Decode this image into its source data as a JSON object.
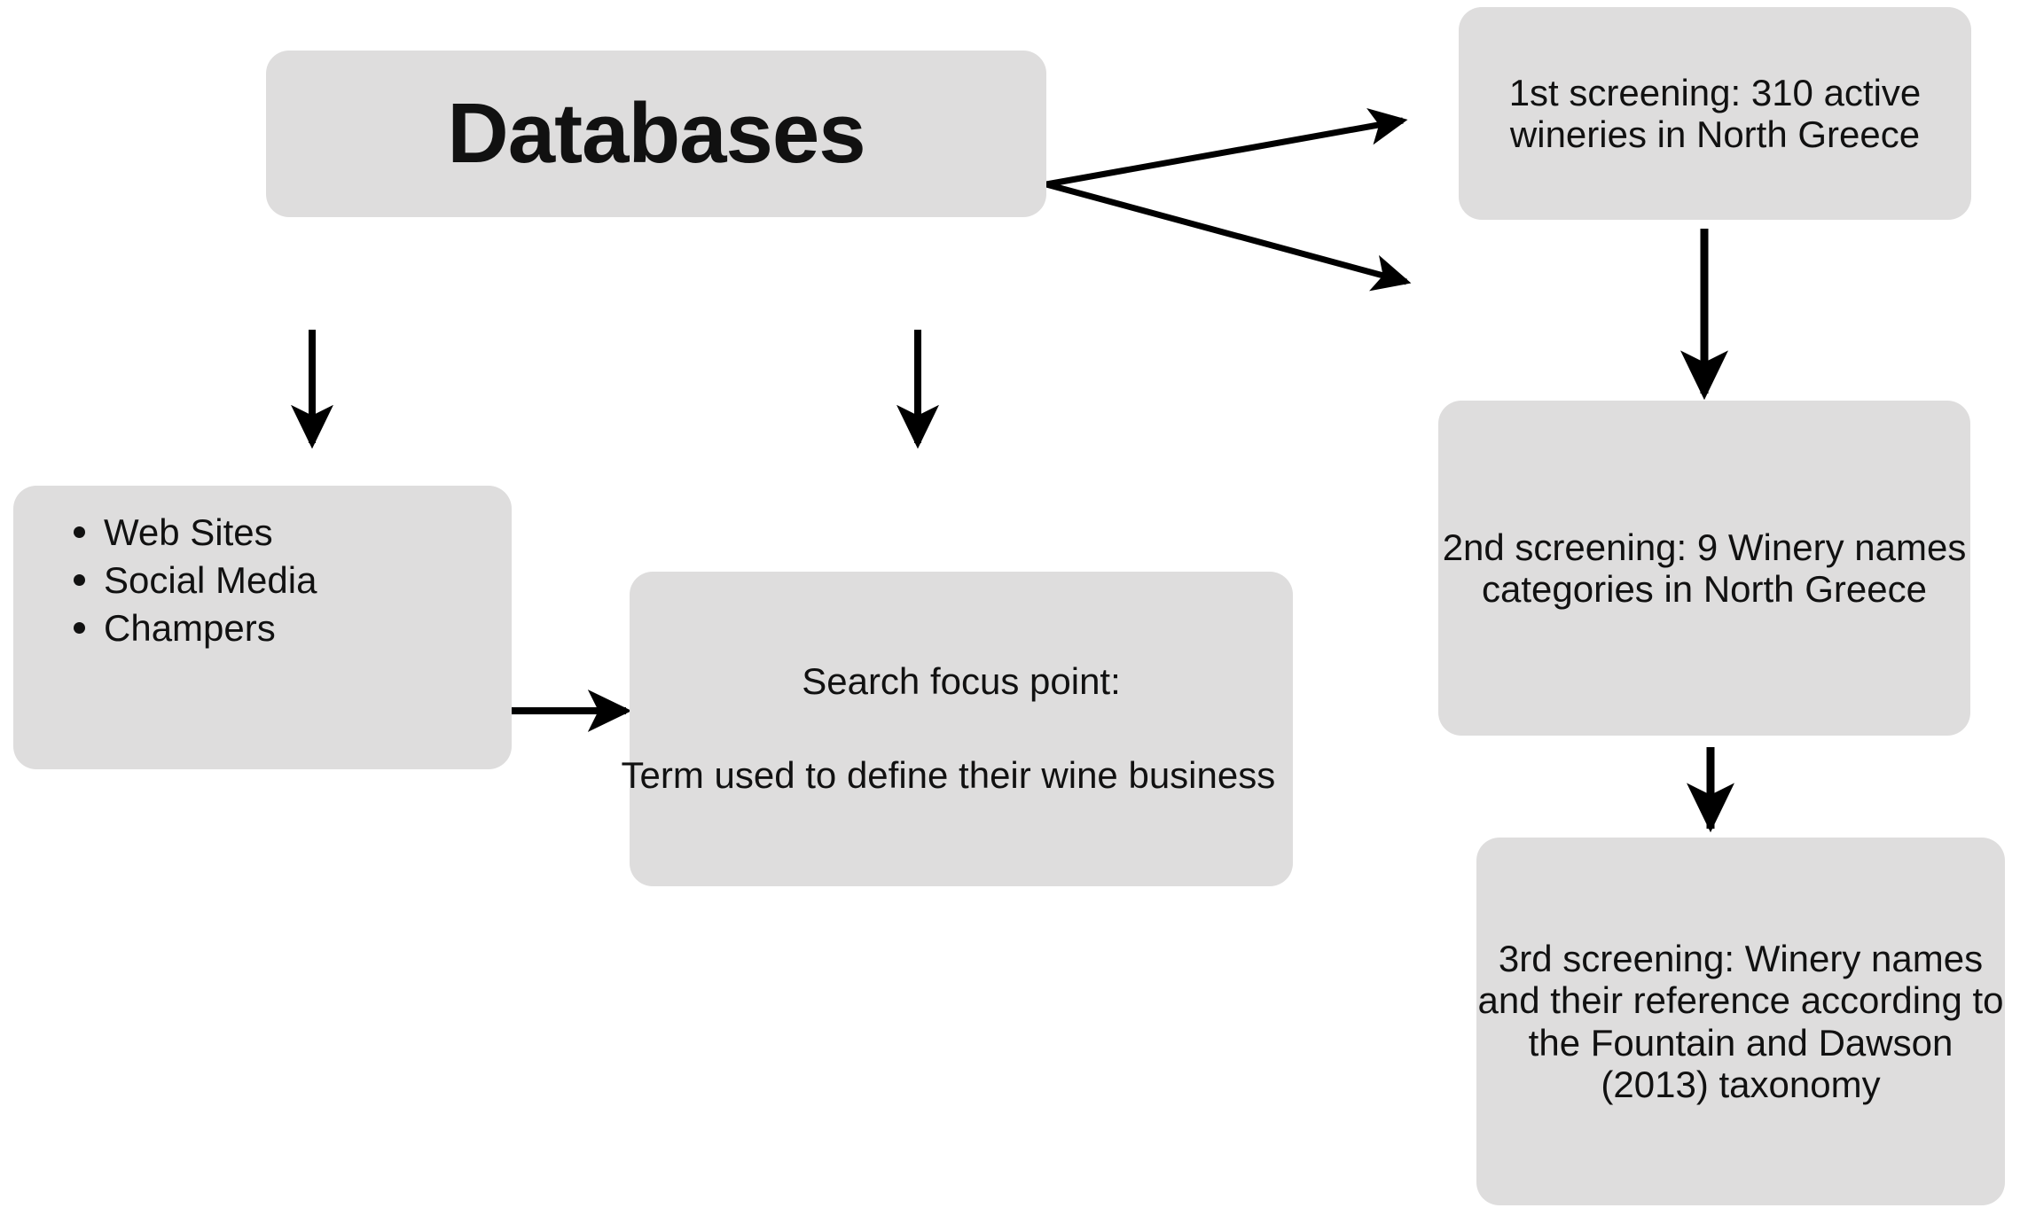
{
  "diagram": {
    "title_node": {
      "label": "Databases"
    },
    "sources_node": {
      "items": [
        "Web Sites",
        "Social Media",
        "Champers"
      ]
    },
    "focus_node": {
      "heading": "Search focus point:",
      "body": "Term used to define their wine business"
    },
    "screening_nodes": [
      {
        "label": "1st screening: 310 active wineries in North Greece"
      },
      {
        "label": "2nd screening: 9 Winery names categories in North Greece"
      },
      {
        "label": "3rd screening:  Winery names and their reference according to the Fountain and Dawson (2013) taxonomy"
      }
    ],
    "colors": {
      "node_fill": "#dedddd",
      "text": "#111111",
      "edge": "#000000",
      "background": "#ffffff"
    }
  }
}
